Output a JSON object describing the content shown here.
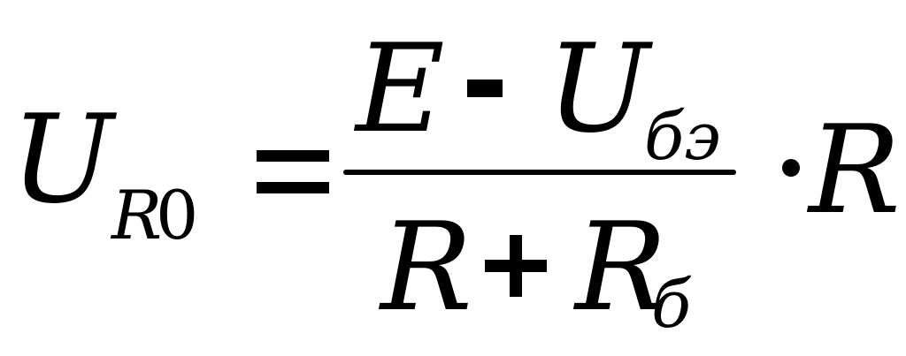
{
  "formula": {
    "lhs": {
      "main": "U",
      "sub_var": "R",
      "sub_num": "0"
    },
    "numerator": {
      "term1": "E",
      "operator": "-",
      "term2": "U",
      "term2_sub": "бэ"
    },
    "denominator": {
      "term1": "R",
      "operator": "+",
      "term2": "R",
      "term2_sub": "б"
    },
    "multiplier": "R",
    "equals_sign": "=",
    "multiply_sign": "·"
  }
}
